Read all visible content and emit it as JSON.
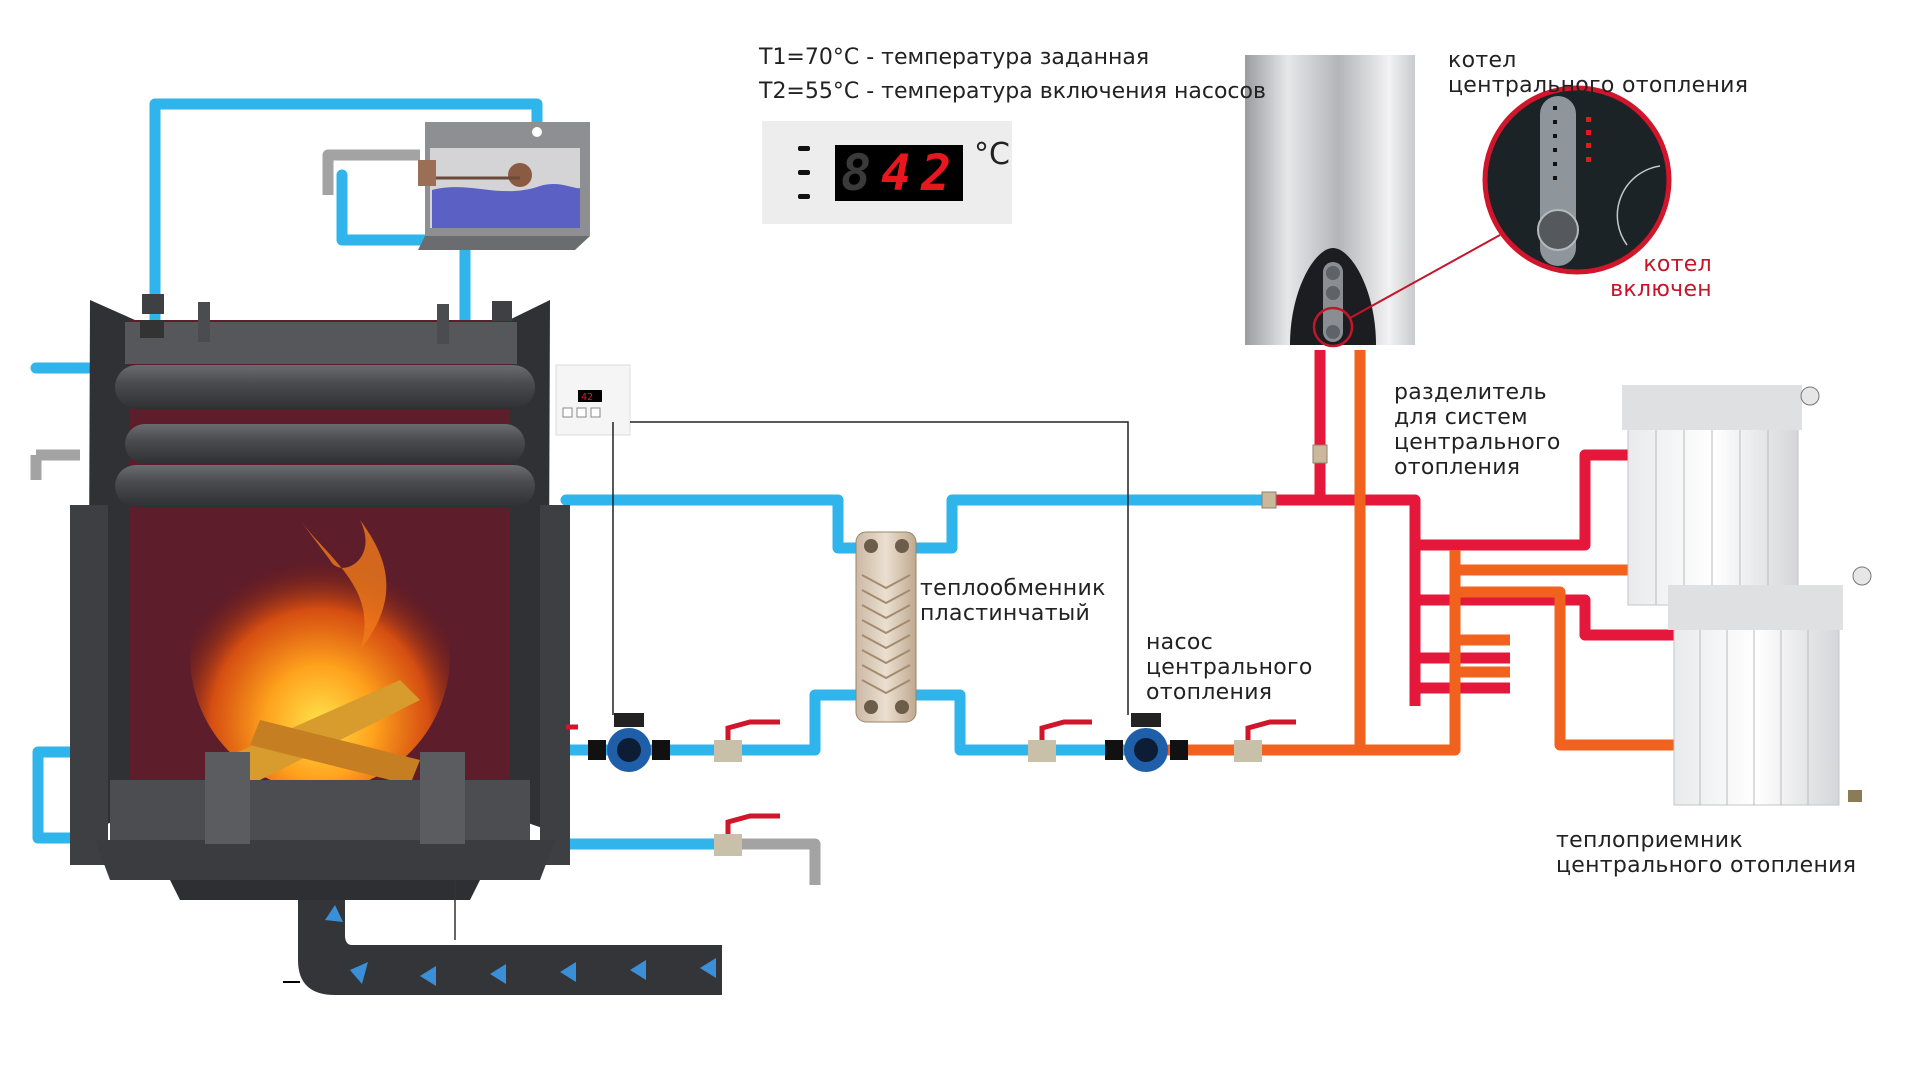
{
  "header": {
    "t1_line": "T1=70°C - температура заданная",
    "t2_line": "T2=55°C - температура включения насосов"
  },
  "thermostat": {
    "digit1": "8",
    "digit2": "4",
    "digit3": "2",
    "reading": "42",
    "unit": "°C"
  },
  "labels": {
    "boiler_line1": "котел",
    "boiler_line2": "центрального отопления",
    "boiler_on_line1": "котел",
    "boiler_on_line2": "включен",
    "manifold_line1": "разделитель",
    "manifold_line2": "для систем",
    "manifold_line3": "центрального",
    "manifold_line4": "отопления",
    "exchanger_line1": "теплообменник",
    "exchanger_line2": "пластинчатый",
    "pump_line1": "насос",
    "pump_line2": "центрального",
    "pump_line3": "отопления",
    "radiator_line1": "теплоприемник",
    "radiator_line2": "центрального отопления"
  },
  "colors": {
    "cold_pipe": "#2fb4ec",
    "hot_pipe": "#e5173a",
    "return_pipe": "#f0621e",
    "gray_pipe": "#a3a3a3",
    "accent_red": "#c4152b",
    "led_red": "#e8161e"
  }
}
